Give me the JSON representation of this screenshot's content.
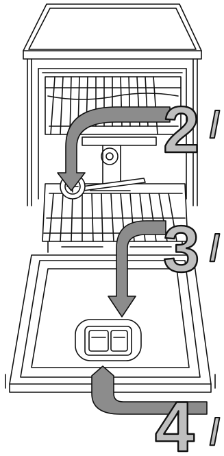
{
  "steps": [
    {
      "number": "2",
      "next_char": "/"
    },
    {
      "number": "3",
      "next_char": "/"
    },
    {
      "number": "4",
      "next_char": "/"
    }
  ],
  "colors": {
    "line": "#111111",
    "arrow_fill": "#8c8c8c",
    "number_fill": "#bfbfbf",
    "background": "#ffffff"
  },
  "icons": [
    "dishwasher-illustration",
    "salt-container-cap-icon",
    "detergent-dispenser-icon",
    "step-arrow-icon"
  ]
}
